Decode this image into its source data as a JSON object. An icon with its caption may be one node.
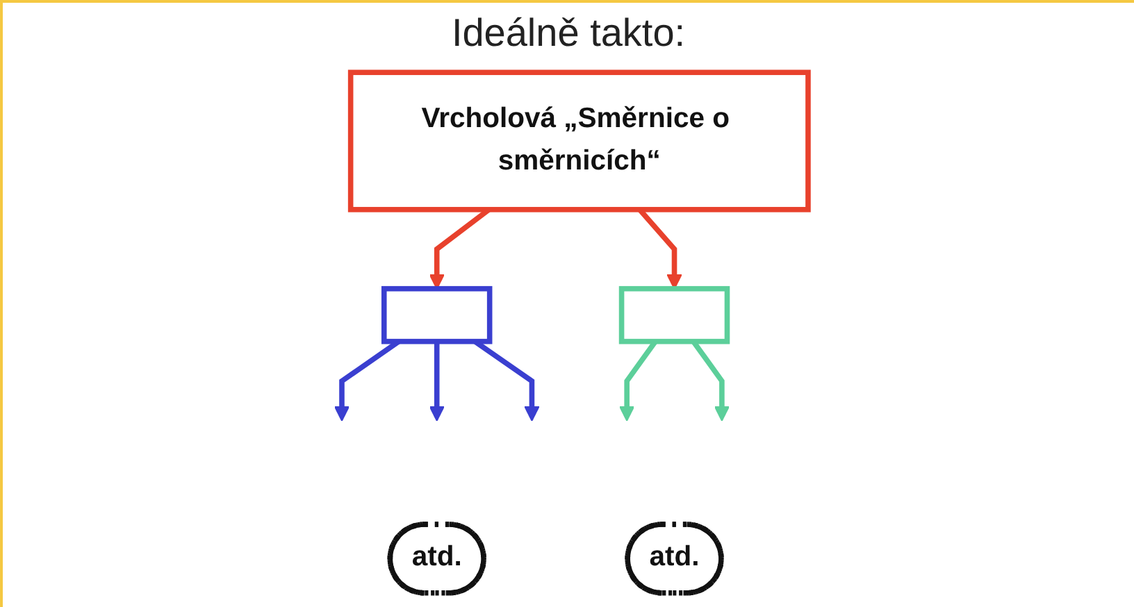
{
  "diagram": {
    "title": "Ideálně takto:",
    "nodes": [
      {
        "text": [
          "Vrcholová „Směrnice o směrnicích“"
        ]
      },
      {
        "text": [],
        "shape": "box"
      },
      {
        "text": [],
        "shape": "box"
      },
      {
        "text": [
          "atd."
        ]
      },
      {
        "text": [
          "atd."
        ]
      }
    ],
    "edges": [
      {
        "from": 0,
        "to": 1,
        "arrow": "to",
        "color": "#e8412c"
      },
      {
        "from": 0,
        "to": 2,
        "arrow": "to",
        "color": "#e8412c"
      },
      {
        "from": 1,
        "to": null,
        "arrow": "to",
        "color": "#3a3fd0"
      },
      {
        "from": 1,
        "to": null,
        "arrow": "to",
        "color": "#3a3fd0"
      },
      {
        "from": 1,
        "to": null,
        "arrow": "to",
        "color": "#3a3fd0"
      },
      {
        "from": 2,
        "to": null,
        "arrow": "to",
        "color": "#5ccf9a"
      },
      {
        "from": 2,
        "to": null,
        "arrow": "to",
        "color": "#5ccf9a"
      }
    ]
  }
}
